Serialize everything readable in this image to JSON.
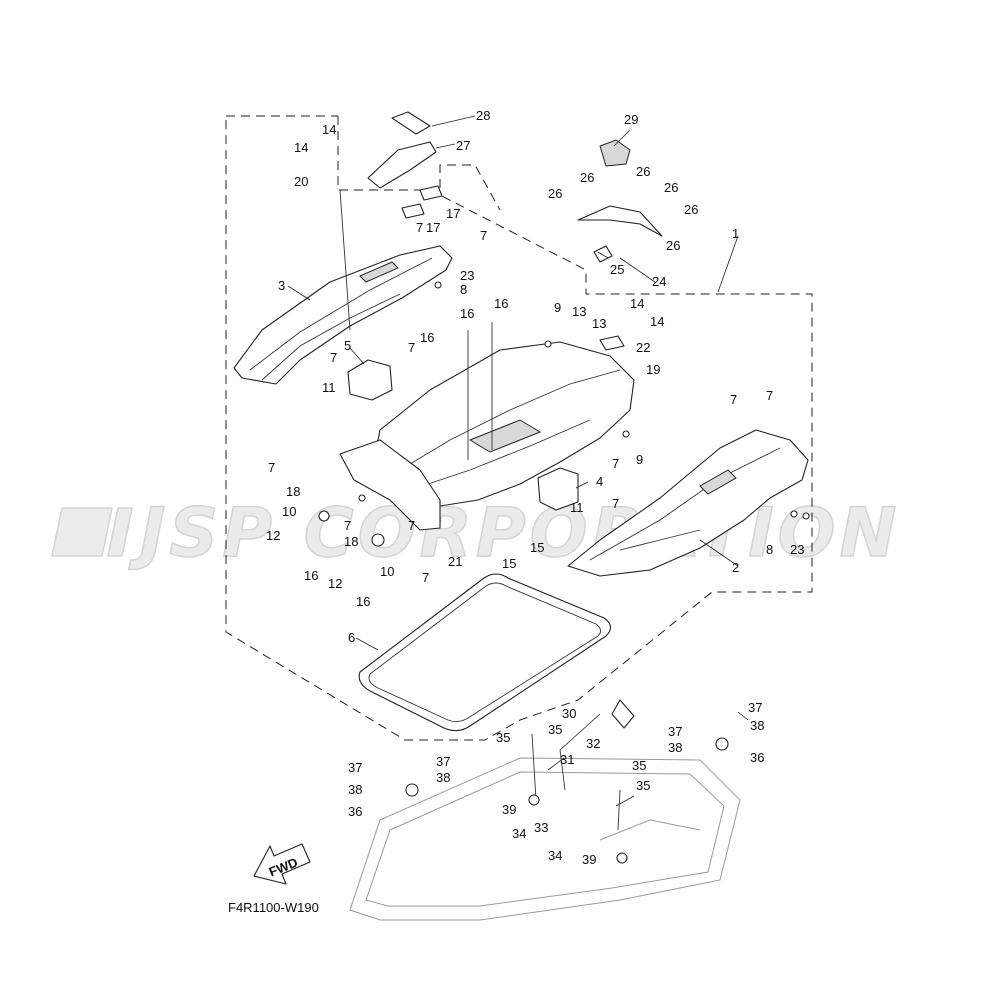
{
  "watermark": {
    "text": "JSP CORPORATION"
  },
  "diagram_code": "F4R1100-W190",
  "fwd_arrow": {
    "label": "FWD"
  },
  "callouts": [
    {
      "key": "c1",
      "text": "1"
    },
    {
      "key": "c2",
      "text": "2"
    },
    {
      "key": "c3",
      "text": "3"
    },
    {
      "key": "c4",
      "text": "4"
    },
    {
      "key": "c5",
      "text": "5"
    },
    {
      "key": "c6",
      "text": "6"
    },
    {
      "key": "c7a",
      "text": "7"
    },
    {
      "key": "c7b",
      "text": "7"
    },
    {
      "key": "c7c",
      "text": "7"
    },
    {
      "key": "c7d",
      "text": "7"
    },
    {
      "key": "c7e",
      "text": "7"
    },
    {
      "key": "c7f",
      "text": "7"
    },
    {
      "key": "c7g",
      "text": "7"
    },
    {
      "key": "c7h",
      "text": "7"
    },
    {
      "key": "c7i",
      "text": "7"
    },
    {
      "key": "c7j",
      "text": "7"
    },
    {
      "key": "c7k",
      "text": "7"
    },
    {
      "key": "c7l",
      "text": "7"
    },
    {
      "key": "c8a",
      "text": "8"
    },
    {
      "key": "c8b",
      "text": "8"
    },
    {
      "key": "c9a",
      "text": "9"
    },
    {
      "key": "c9b",
      "text": "9"
    },
    {
      "key": "c10a",
      "text": "10"
    },
    {
      "key": "c10b",
      "text": "10"
    },
    {
      "key": "c11a",
      "text": "11"
    },
    {
      "key": "c11b",
      "text": "11"
    },
    {
      "key": "c12a",
      "text": "12"
    },
    {
      "key": "c12b",
      "text": "12"
    },
    {
      "key": "c13a",
      "text": "13"
    },
    {
      "key": "c13b",
      "text": "13"
    },
    {
      "key": "c14a",
      "text": "14"
    },
    {
      "key": "c14b",
      "text": "14"
    },
    {
      "key": "c14c",
      "text": "14"
    },
    {
      "key": "c14d",
      "text": "14"
    },
    {
      "key": "c15a",
      "text": "15"
    },
    {
      "key": "c15b",
      "text": "15"
    },
    {
      "key": "c16a",
      "text": "16"
    },
    {
      "key": "c16b",
      "text": "16"
    },
    {
      "key": "c16c",
      "text": "16"
    },
    {
      "key": "c16d",
      "text": "16"
    },
    {
      "key": "c16e",
      "text": "16"
    },
    {
      "key": "c17a",
      "text": "17"
    },
    {
      "key": "c17b",
      "text": "17"
    },
    {
      "key": "c18a",
      "text": "18"
    },
    {
      "key": "c18b",
      "text": "18"
    },
    {
      "key": "c19",
      "text": "19"
    },
    {
      "key": "c20",
      "text": "20"
    },
    {
      "key": "c21",
      "text": "21"
    },
    {
      "key": "c22",
      "text": "22"
    },
    {
      "key": "c23a",
      "text": "23"
    },
    {
      "key": "c23b",
      "text": "23"
    },
    {
      "key": "c24",
      "text": "24"
    },
    {
      "key": "c25",
      "text": "25"
    },
    {
      "key": "c26a",
      "text": "26"
    },
    {
      "key": "c26b",
      "text": "26"
    },
    {
      "key": "c26c",
      "text": "26"
    },
    {
      "key": "c26d",
      "text": "26"
    },
    {
      "key": "c26e",
      "text": "26"
    },
    {
      "key": "c26f",
      "text": "26"
    },
    {
      "key": "c27",
      "text": "27"
    },
    {
      "key": "c28",
      "text": "28"
    },
    {
      "key": "c29",
      "text": "29"
    },
    {
      "key": "c30",
      "text": "30"
    },
    {
      "key": "c31",
      "text": "31"
    },
    {
      "key": "c32",
      "text": "32"
    },
    {
      "key": "c33",
      "text": "33"
    },
    {
      "key": "c34a",
      "text": "34"
    },
    {
      "key": "c34b",
      "text": "34"
    },
    {
      "key": "c35a",
      "text": "35"
    },
    {
      "key": "c35b",
      "text": "35"
    },
    {
      "key": "c35c",
      "text": "35"
    },
    {
      "key": "c35d",
      "text": "35"
    },
    {
      "key": "c36a",
      "text": "36"
    },
    {
      "key": "c36b",
      "text": "36"
    },
    {
      "key": "c37a",
      "text": "37"
    },
    {
      "key": "c37b",
      "text": "37"
    },
    {
      "key": "c37c",
      "text": "37"
    },
    {
      "key": "c37d",
      "text": "37"
    },
    {
      "key": "c38a",
      "text": "38"
    },
    {
      "key": "c38b",
      "text": "38"
    },
    {
      "key": "c38c",
      "text": "38"
    },
    {
      "key": "c38d",
      "text": "38"
    },
    {
      "key": "c39a",
      "text": "39"
    },
    {
      "key": "c39b",
      "text": "39"
    }
  ]
}
